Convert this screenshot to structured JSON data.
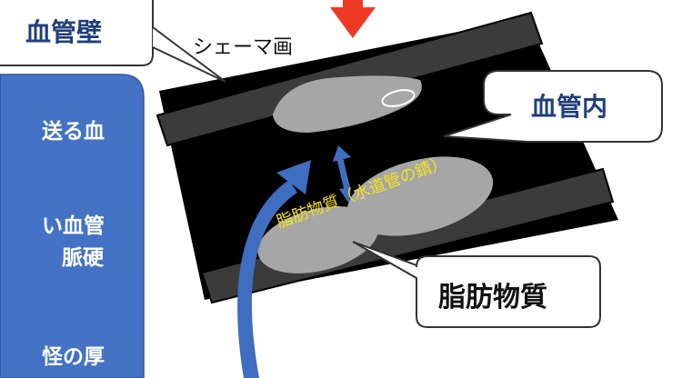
{
  "callouts": {
    "vessel_wall": "血管壁",
    "inside_vessel": "血管内",
    "fatty_substance": "脂肪物質"
  },
  "caption": "シェーマ画",
  "plaque_label": "脂肪物質（水道管の錆）",
  "left_panel": {
    "lines": [
      "送る血",
      "い血管",
      "脈硬",
      "怪の厚"
    ]
  },
  "colors": {
    "panel_blue": "#4472c4",
    "arrow_red": "#ee3a24",
    "arrow_blue": "#3f6dc0",
    "vessel_wall": "#3d3d3d",
    "lumen": "#000000",
    "plaque": "#a6a6a6",
    "plaque_text": "#f2e21a",
    "callout_text_blue": "#1f3f7a"
  },
  "icons": {
    "pressure_arrow": "red-down-arrow-icon",
    "double_arrow": "double-headed-arrow-icon",
    "curved_arrow": "curved-blue-arrow-icon"
  }
}
